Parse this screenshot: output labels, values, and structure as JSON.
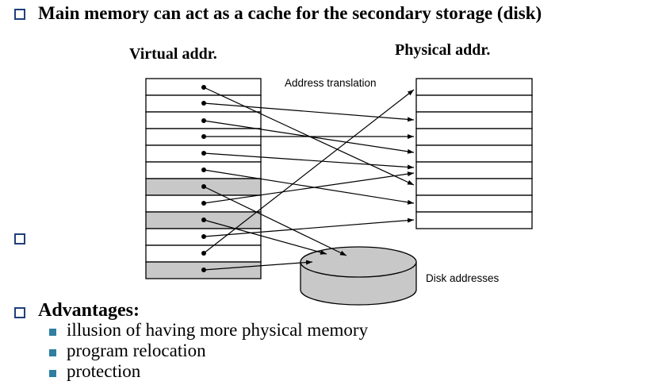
{
  "heading": "Main memory can act as a cache for the secondary storage (disk)",
  "diagram": {
    "virtual_label": "Virtual addr.",
    "physical_label": "Physical addr.",
    "translation_label": "Address translation",
    "disk_label": "Disk addresses"
  },
  "advantages": {
    "title": "Advantages:",
    "items": [
      "illusion of having more physical memory",
      "program relocation",
      "protection"
    ]
  },
  "colors": {
    "bullet_border": "#1f3f7a",
    "sub_bullet": "#2e7fa0",
    "shaded_cell": "#c8c8c8",
    "disk_fill": "#c8c8c8"
  }
}
